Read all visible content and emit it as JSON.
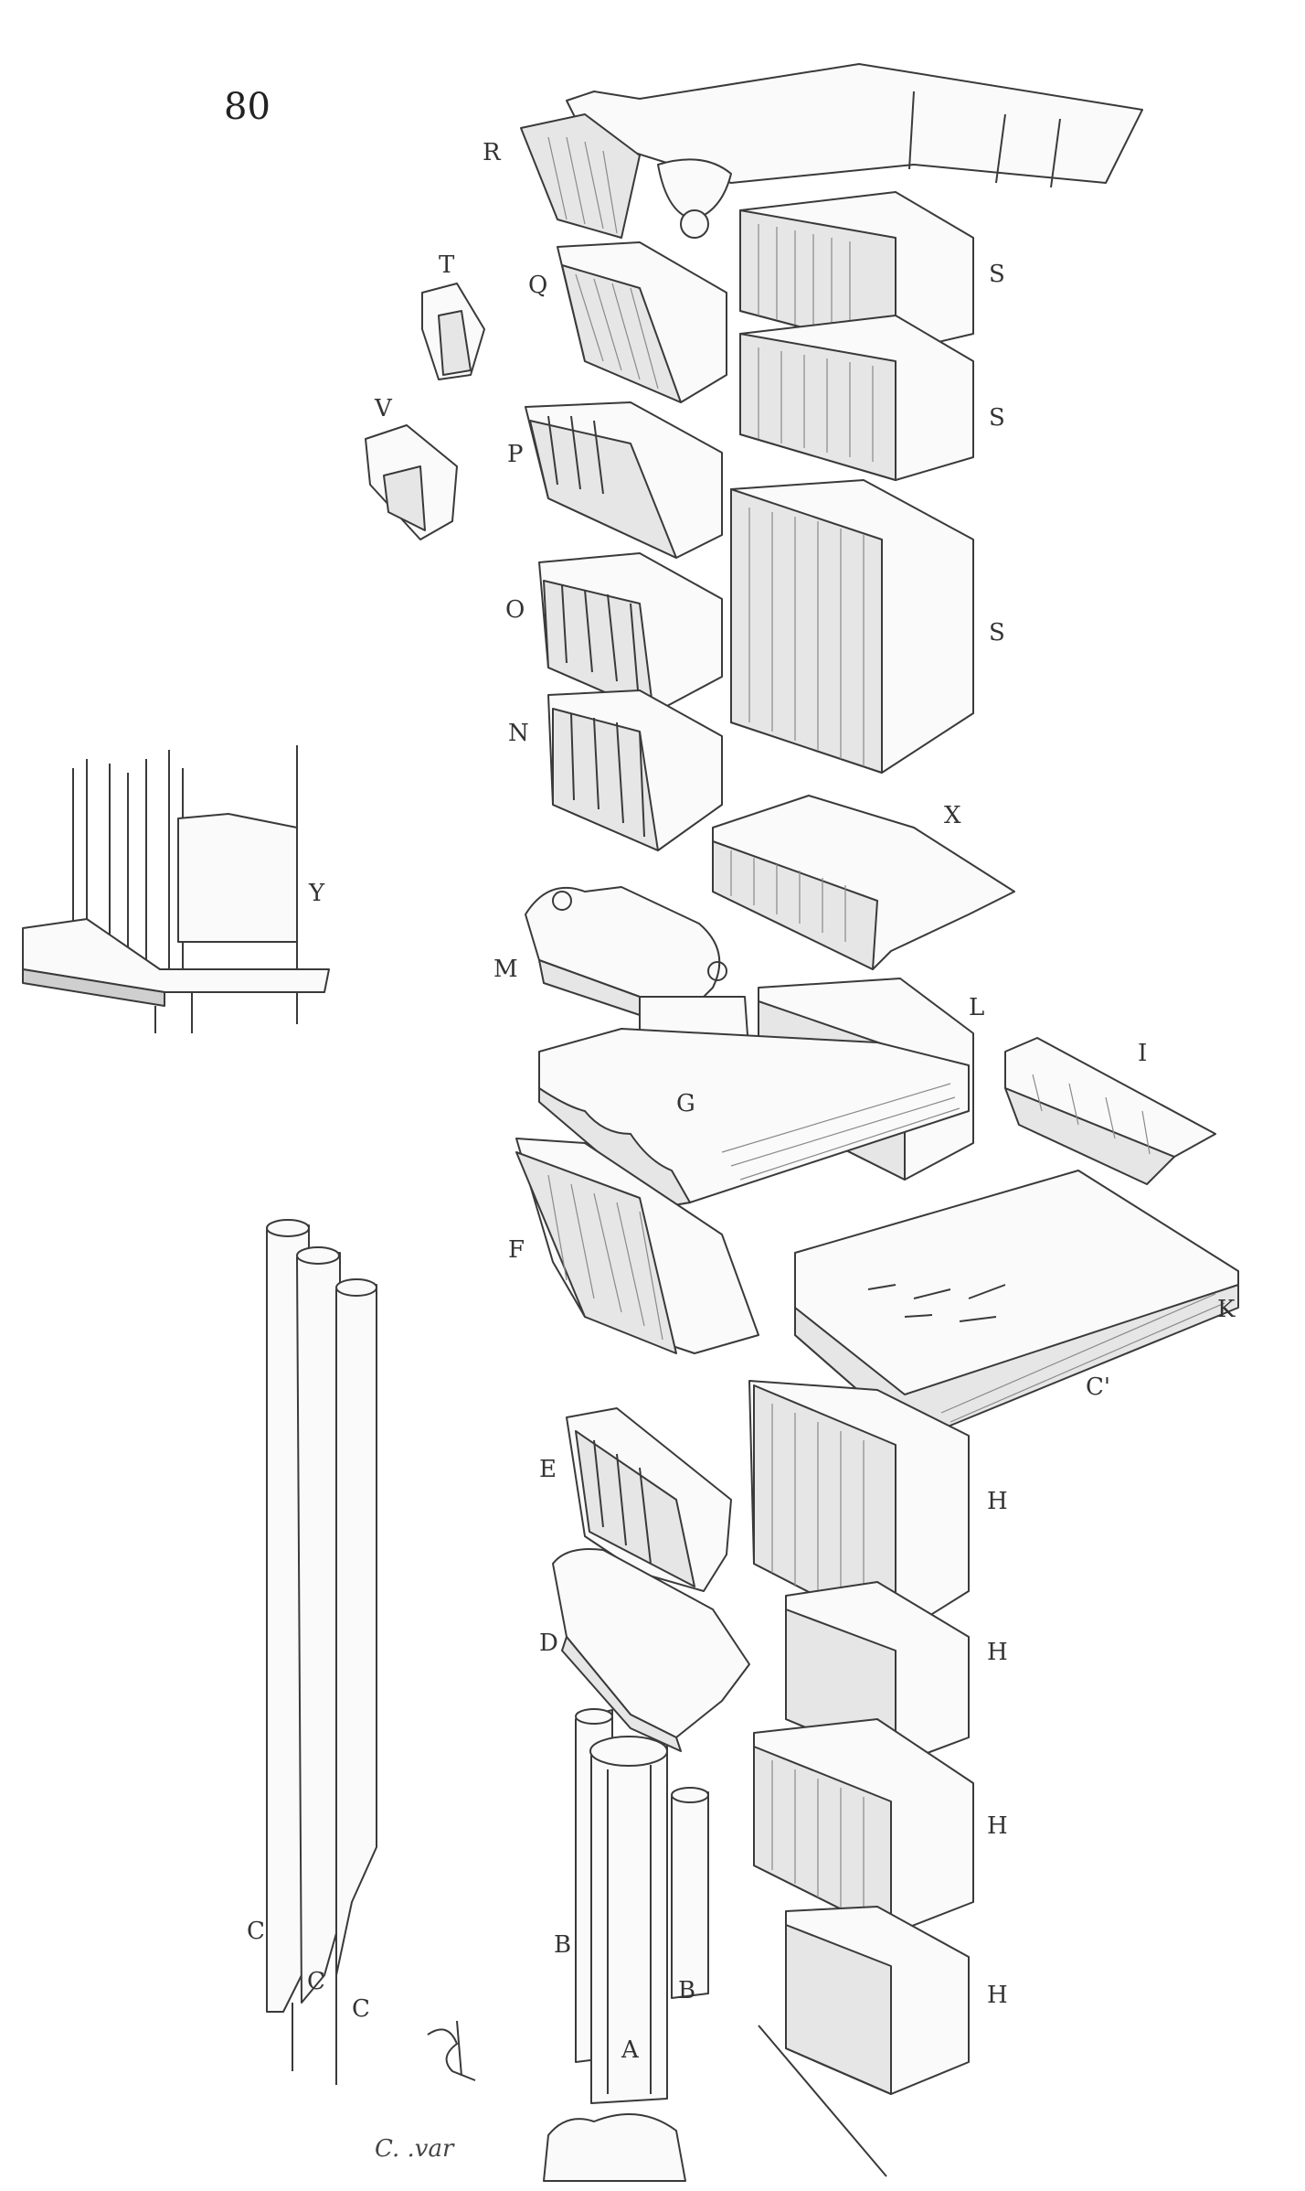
{
  "plate": {
    "page_number": "80",
    "signature": "C. .var",
    "labels": {
      "R": "R",
      "T": "T",
      "Q": "Q",
      "V": "V",
      "P": "P",
      "O": "O",
      "N": "N",
      "S1": "S",
      "S2": "S",
      "S3": "S",
      "X": "X",
      "Y": "Y",
      "M": "M",
      "L": "L",
      "I": "I",
      "G": "G",
      "F": "F",
      "K": "K",
      "C_prime": "C'",
      "E": "E",
      "H1": "H",
      "H2": "H",
      "H3": "H",
      "H4": "H",
      "D": "D",
      "B1": "B",
      "B2": "B",
      "A": "A",
      "C1": "C",
      "C2": "C",
      "C3": "C"
    }
  }
}
